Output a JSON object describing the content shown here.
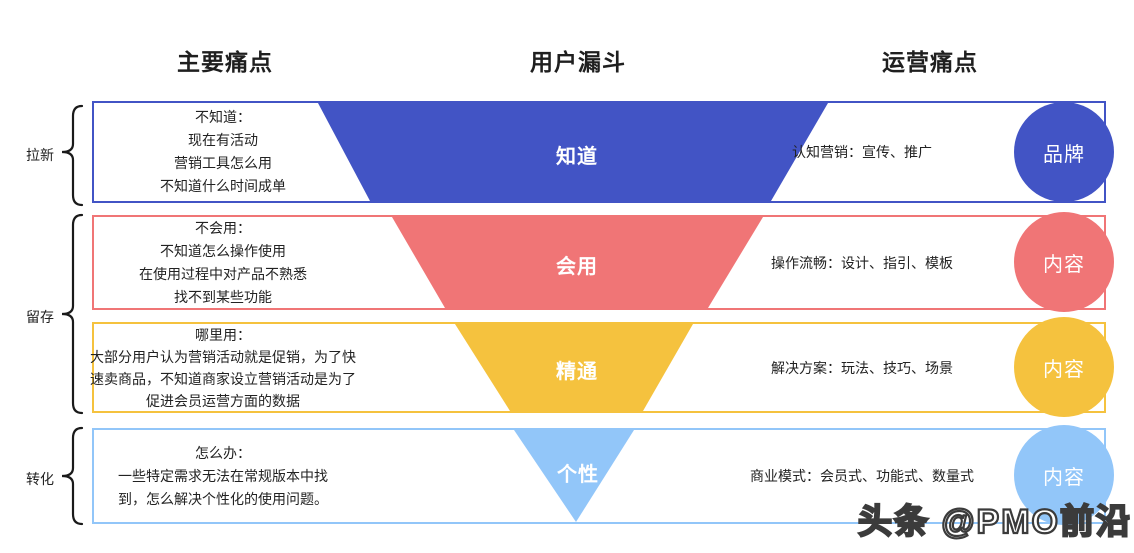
{
  "headers": {
    "left": "主要痛点",
    "center": "用户漏斗",
    "right": "运营痛点"
  },
  "brackets": [
    {
      "label": "拉新"
    },
    {
      "label": "留存"
    },
    {
      "label": "转化"
    }
  ],
  "rows": [
    {
      "stage": "know",
      "color": "#4254C5",
      "pain_lines": [
        "不知道：",
        "现在有活动",
        "营销工具怎么用",
        "不知道什么时间成单"
      ],
      "funnel_label": "知道",
      "ops_text": "认知营销：宣传、推广",
      "circle_label": "品牌"
    },
    {
      "stage": "can-use",
      "color": "#F07576",
      "pain_lines": [
        "不会用：",
        "不知道怎么操作使用",
        "在使用过程中对产品不熟悉",
        "找不到某些功能"
      ],
      "funnel_label": "会用",
      "ops_text": "操作流畅：设计、指引、模板",
      "circle_label": "内容"
    },
    {
      "stage": "master",
      "color": "#F5C23E",
      "pain_lines": [
        "哪里用：",
        "大部分用户认为营销活动就是促销，为了快",
        "速卖商品，不知道商家设立营销活动是为了",
        "促进会员运营方面的数据"
      ],
      "funnel_label": "精通",
      "ops_text": "解决方案：玩法、技巧、场景",
      "circle_label": "内容"
    },
    {
      "stage": "personal",
      "color": "#92C6F9",
      "pain_lines": [
        "怎么办：",
        "一些特定需求无法在常规版本中找",
        "到，怎么解决个性化的使用问题。"
      ],
      "funnel_label": "个性",
      "ops_text": "商业模式：会员式、功能式、数量式",
      "circle_label": "内容"
    }
  ],
  "watermark": "头条 @PMO前沿"
}
